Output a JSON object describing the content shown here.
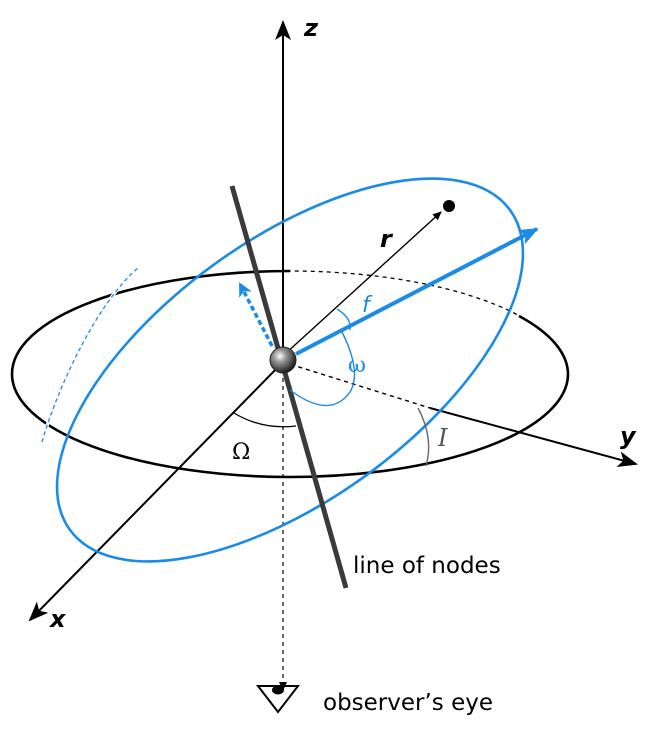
{
  "labels": {
    "z_axis": "z",
    "y_axis": "y",
    "x_axis": "x",
    "radius_vector": "r",
    "true_anomaly": "f",
    "argument_of_periapsis": "ω",
    "ascending_node_longitude": "Ω",
    "inclination": "I",
    "line_of_nodes": "line of nodes",
    "observer": "observer’s eye"
  },
  "colors": {
    "orbit_blue": "#1a8be6",
    "axis_black": "#000000",
    "node_line_gray": "#3a3a3a",
    "angle_gray": "#666666"
  },
  "icons": {
    "central_body": "sphere-icon",
    "observer": "eye-icon",
    "orbiting_body": "dot-icon"
  }
}
